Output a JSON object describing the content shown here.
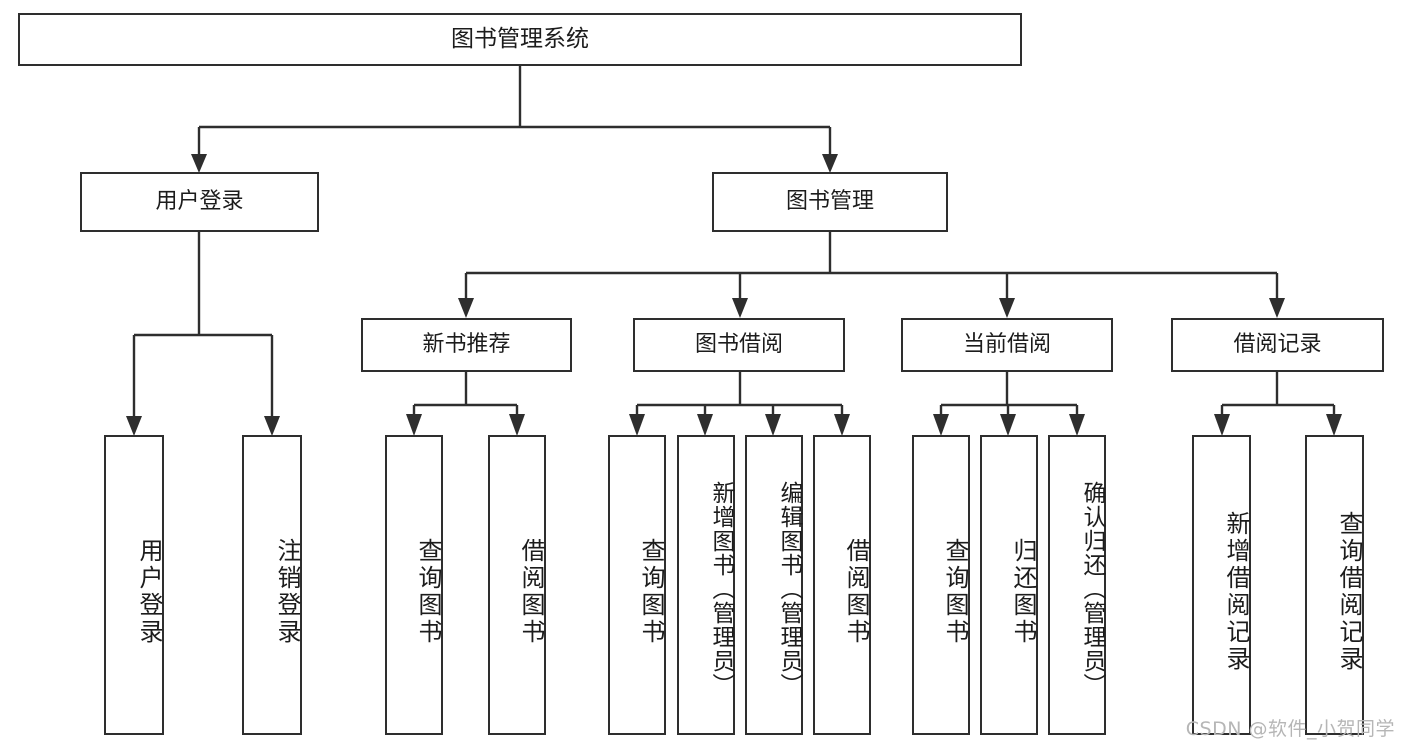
{
  "diagram": {
    "title": "图书管理系统",
    "type": "tree-hierarchy",
    "watermark": "CSDN @软件_小贺同学",
    "colors": {
      "stroke": "#2e2e2e",
      "fill": "#ffffff",
      "text": "#1c1c1c",
      "watermark": "#b6b6b6"
    }
  },
  "root": {
    "label": "图书管理系统"
  },
  "level2": [
    {
      "label": "用户登录"
    },
    {
      "label": "图书管理"
    }
  ],
  "level3": [
    {
      "label": "新书推荐"
    },
    {
      "label": "图书借阅"
    },
    {
      "label": "当前借阅"
    },
    {
      "label": "借阅记录"
    }
  ],
  "leaves": {
    "user_login": [
      {
        "label": "用户登录"
      },
      {
        "label": "注销登录"
      }
    ],
    "new_book": [
      {
        "label": "查询图书"
      },
      {
        "label": "借阅图书"
      }
    ],
    "book_borrow": [
      {
        "label": "查询图书"
      },
      {
        "label": "新增图书（管理员）"
      },
      {
        "label": "编辑图书（管理员）"
      },
      {
        "label": "借阅图书"
      }
    ],
    "current_borrow": [
      {
        "label": "查询图书"
      },
      {
        "label": "归还图书"
      },
      {
        "label": "确认归还（管理员）"
      }
    ],
    "borrow_record": [
      {
        "label": "新增借阅记录"
      },
      {
        "label": "查询借阅记录"
      }
    ]
  }
}
